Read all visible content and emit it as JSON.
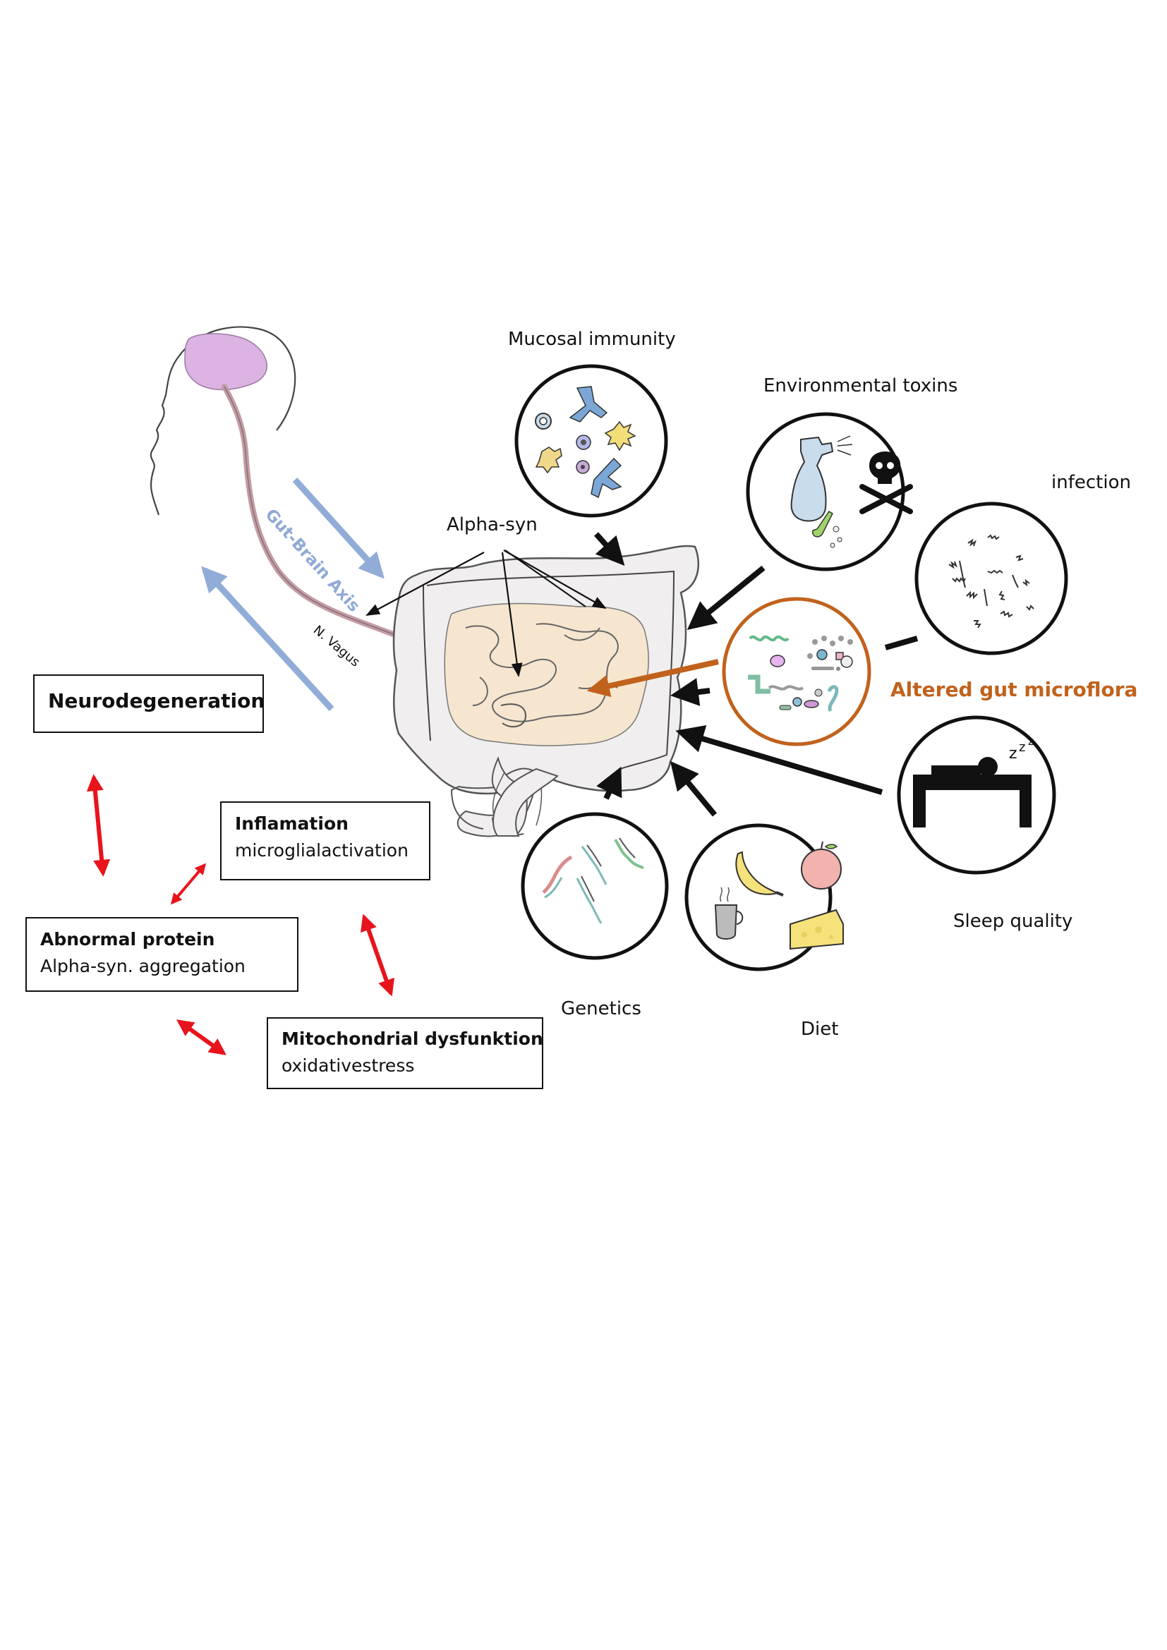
{
  "labels": {
    "mucosal_immunity": "Mucosal immunity",
    "environmental_toxins": "Environmental toxins",
    "infection": "infection",
    "alpha_syn": "Alpha-syn",
    "gut_brain_axis": "Gut-Brain Axis",
    "n_vagus": "N. Vagus",
    "altered_gut_microflora": "Altered gut microflora",
    "sleep_quality": "Sleep quality",
    "genetics": "Genetics",
    "diet": "Diet"
  },
  "boxes": {
    "neurodegeneration": {
      "title": "Neurodegeneration"
    },
    "inflamation": {
      "title": "Inflamation",
      "text": "microglialactivation"
    },
    "abnormal_protein": {
      "title": "Abnormal protein",
      "text": "Alpha-syn. aggregation"
    },
    "mitochondrial": {
      "title": "Mitochondrial dysfunktion",
      "text": "oxidativestress"
    }
  },
  "colors": {
    "red_arrows": "#e8141b",
    "gut_brain_arrows": "#92acd8",
    "microflora": "#c1621c",
    "outline": "#111111"
  },
  "icons": [
    "head-brain-icon",
    "intestine-icon",
    "immune-cells-icon",
    "spray-skull-icon",
    "microbe-threads-icon",
    "bacteria-icon",
    "bed-sleep-icon",
    "dna-icon",
    "food-icon"
  ]
}
